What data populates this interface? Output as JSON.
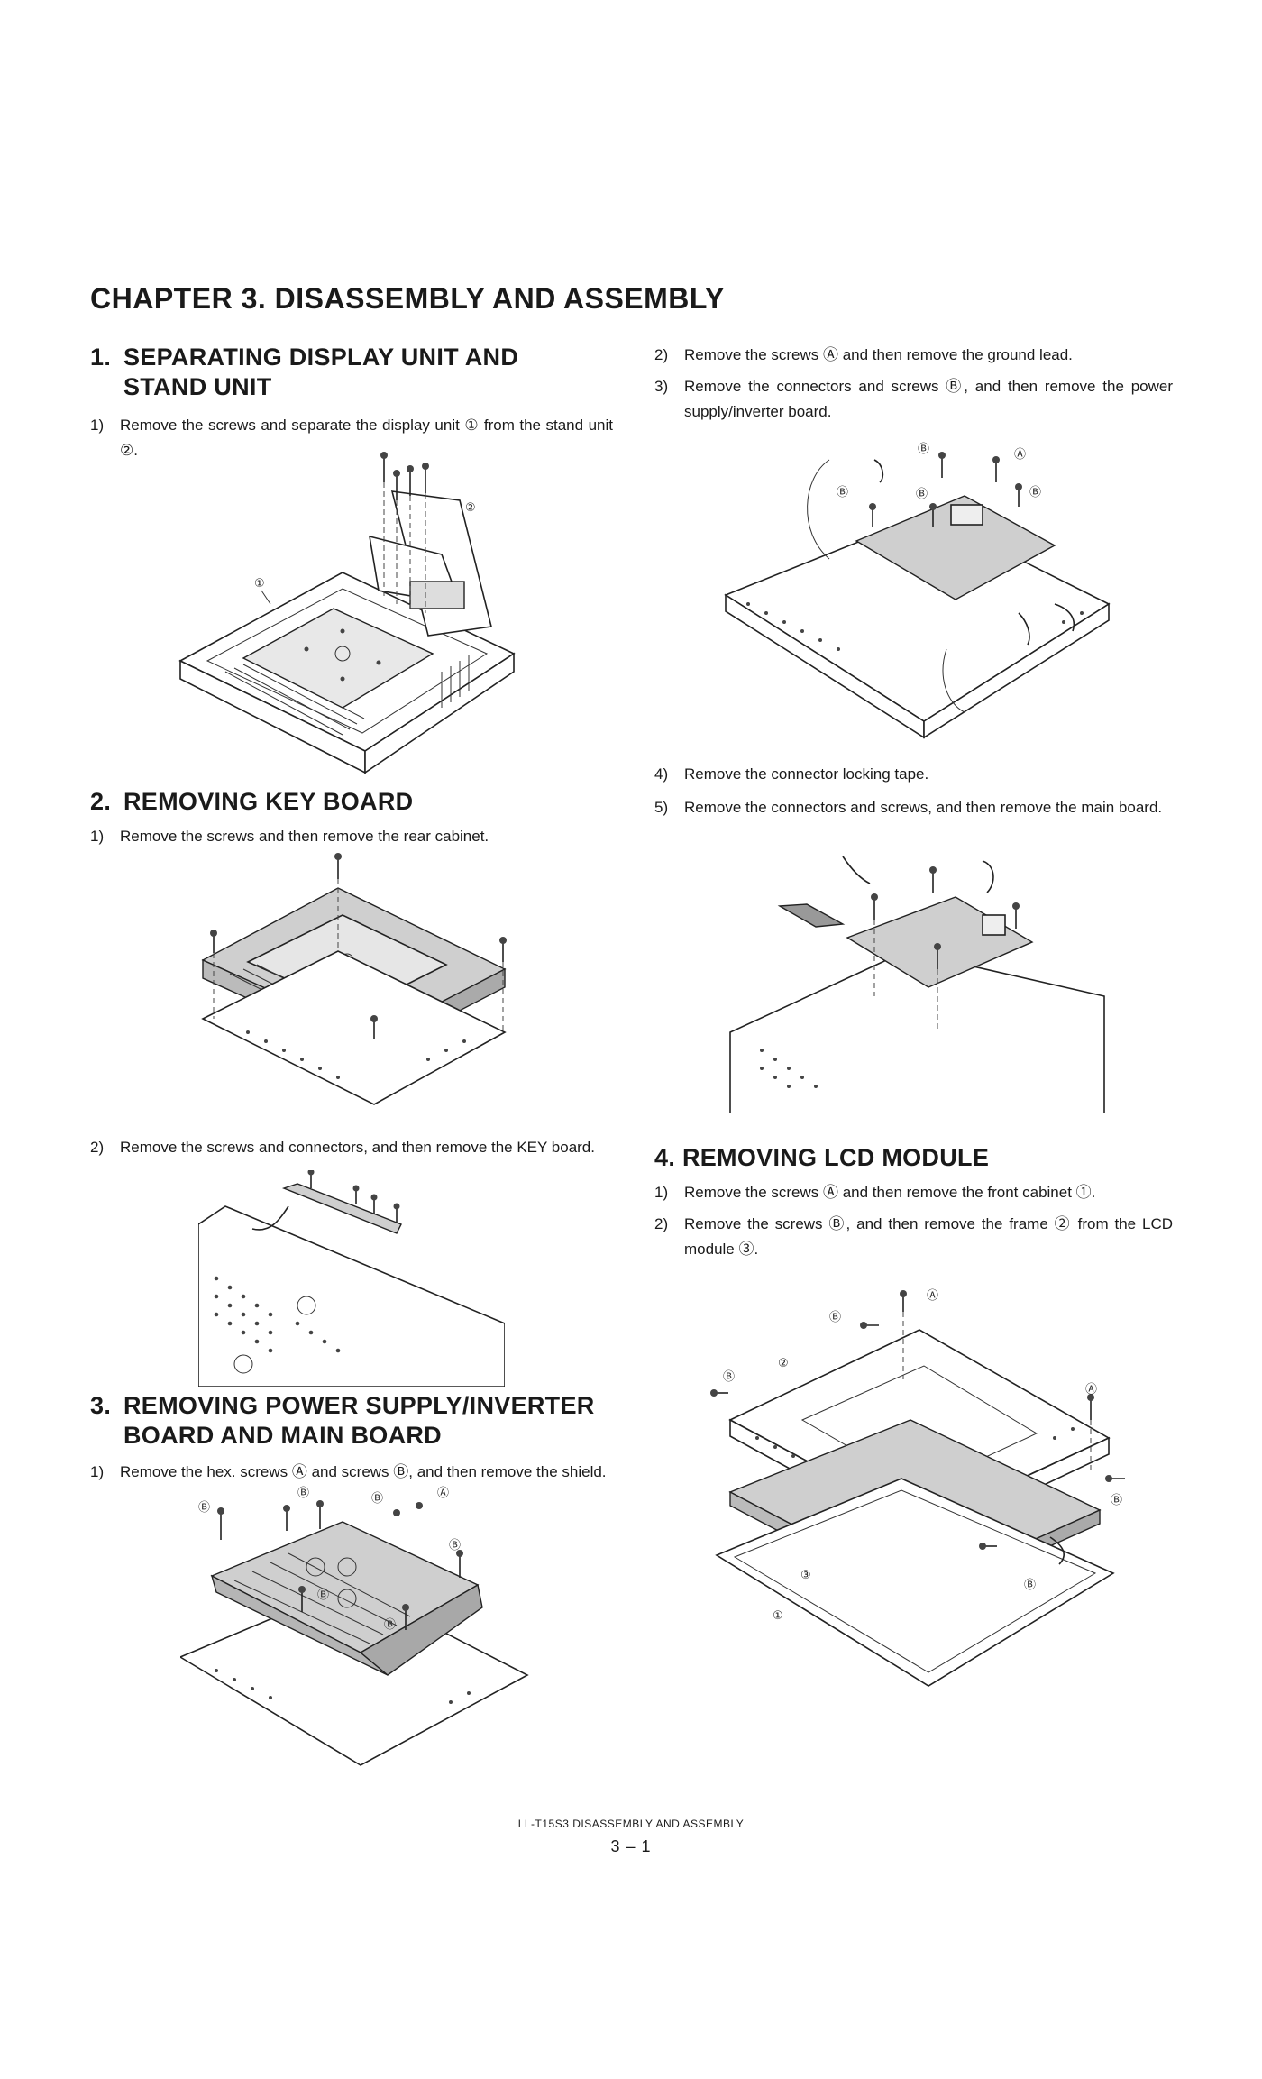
{
  "chapter_title": "CHAPTER 3. DISASSEMBLY AND ASSEMBLY",
  "sections": {
    "s1": {
      "num": "1.",
      "line1": "SEPARATING DISPLAY UNIT AND",
      "line2": "STAND UNIT",
      "steps": [
        {
          "n": "1)",
          "t": "Remove the screws and separate the display unit ① from the stand unit ②."
        }
      ]
    },
    "s2": {
      "num": "2.",
      "line1": "REMOVING KEY BOARD",
      "steps": [
        {
          "n": "1)",
          "t": "Remove the screws and then remove the rear cabinet."
        },
        {
          "n": "2)",
          "t": "Remove the screws and connectors, and then remove the KEY board."
        }
      ]
    },
    "s3": {
      "num": "3.",
      "line1": "REMOVING POWER SUPPLY/INVERTER",
      "line2": "BOARD AND MAIN BOARD",
      "steps": [
        {
          "n": "1)",
          "t": "Remove the hex. screws Ⓐ and screws Ⓑ, and then remove the shield."
        },
        {
          "n": "2)",
          "t": "Remove the screws Ⓐ and then remove the ground lead."
        },
        {
          "n": "3)",
          "t": "Remove the connectors and screws Ⓑ, and then remove the power supply/inverter board."
        },
        {
          "n": "4)",
          "t": "Remove the connector locking tape."
        },
        {
          "n": "5)",
          "t": "Remove the connectors and screws, and then remove the main board."
        }
      ]
    },
    "s4": {
      "num": "4.",
      "line1": "REMOVING LCD MODULE",
      "steps": [
        {
          "n": "1)",
          "t": "Remove the screws Ⓐ and then remove the front cabinet ①."
        },
        {
          "n": "2)",
          "t": "Remove the screws Ⓑ, and then remove the frame ② from the LCD module ③."
        }
      ]
    }
  },
  "callouts": {
    "one": "①",
    "two": "②",
    "three": "③",
    "a": "Ⓐ",
    "b": "Ⓑ"
  },
  "footer": {
    "model_line": "LL-T15S3   DISASSEMBLY AND ASSEMBLY",
    "page": "3 – 1"
  }
}
